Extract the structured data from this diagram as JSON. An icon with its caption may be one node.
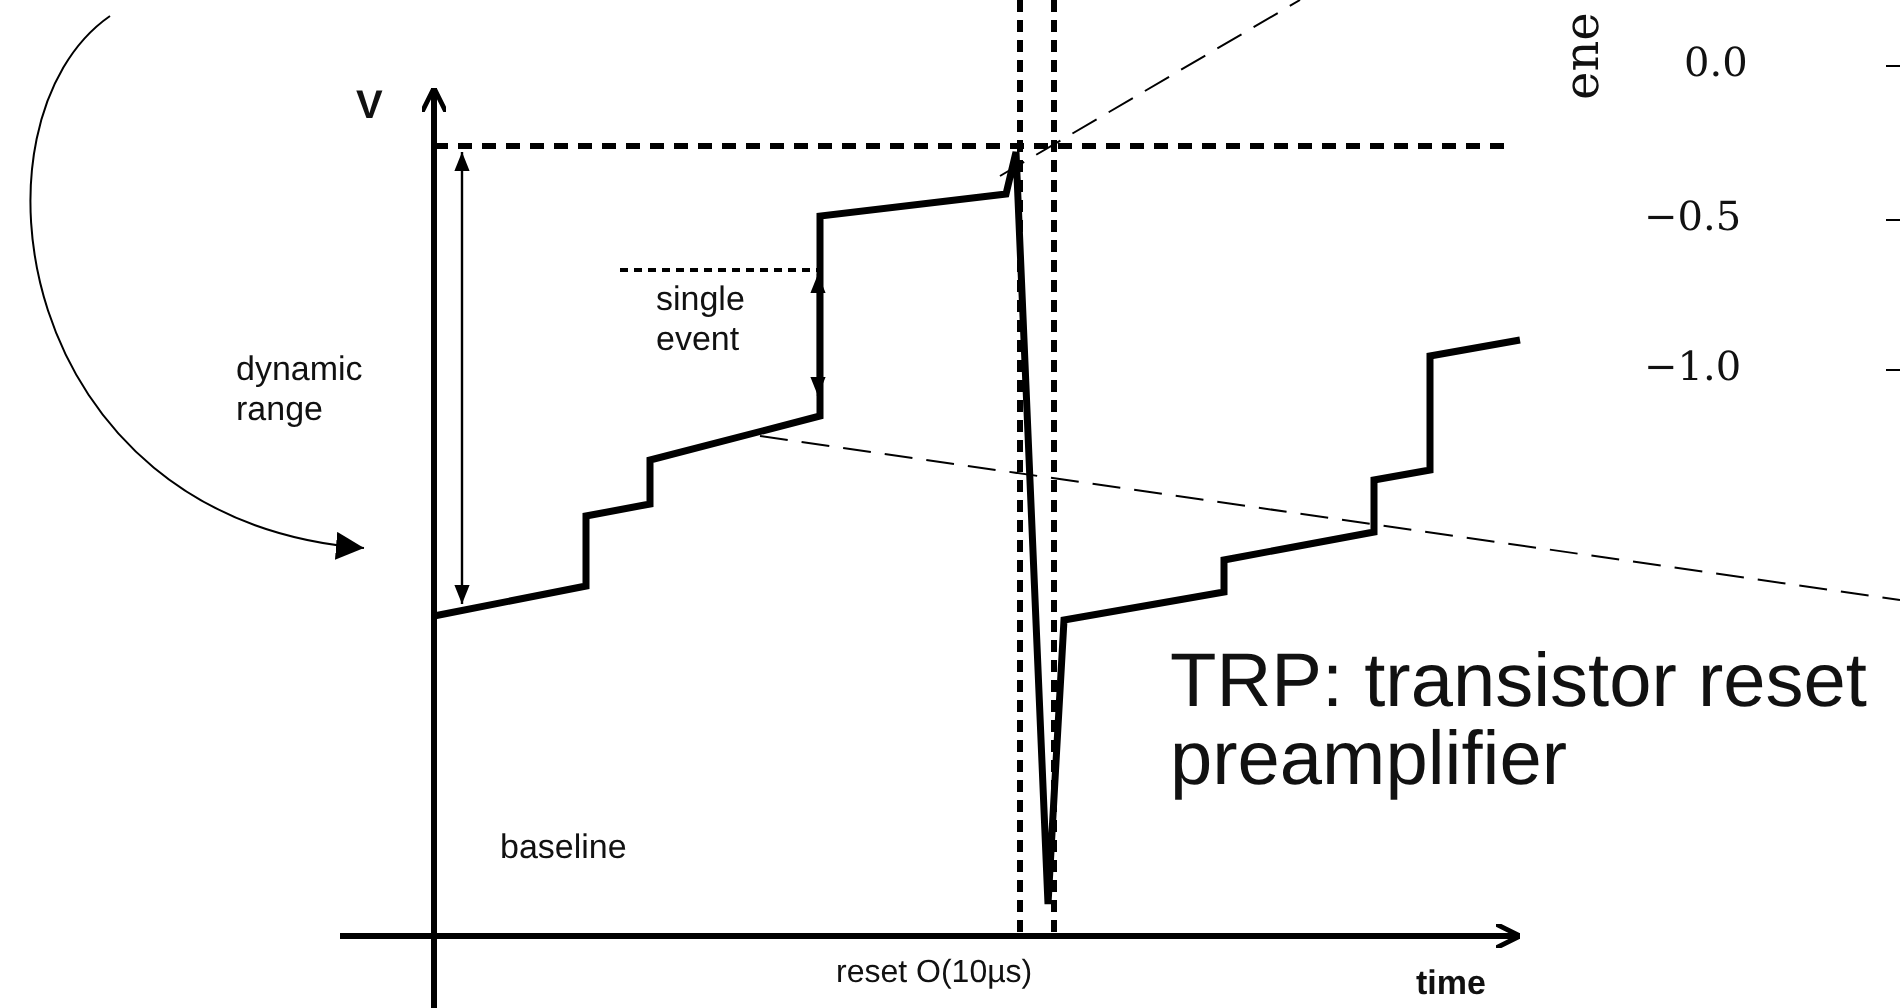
{
  "diagram": {
    "labels": [
      "ene",
      "0.0",
      "−0.5",
      "−1.0",
      "V",
      "single event",
      "dynamic range",
      "TRP: transistor reset preamplifier",
      "baseline",
      "reset O(10µs)",
      "time"
    ]
  }
}
